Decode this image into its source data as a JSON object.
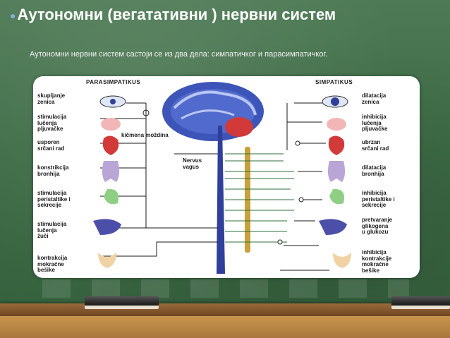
{
  "slide": {
    "title": "Аутономни (вегатативни ) нервни систем",
    "subtitle": "Аутономни нервни систем састоји се из два дела: симпатичког и парасимпатичког."
  },
  "diagram": {
    "header_left": "PARASIMPATIKUS",
    "header_right": "SIMPATIKUS",
    "center_labels": {
      "spinal": "kičmena moždina",
      "vagus": "Nervus\nvagus"
    },
    "left_labels": [
      "skupljanje\nzenica",
      "stimulacija\nlučenja\npljuvačke",
      "usporen\nsrčani rad",
      "konstrikcija\nbronhija",
      "stimulacija\nperistaltike i\nsekrecije",
      "stimulacija\nlučenja\nžuči",
      "kontrakcija\nmokraćne\nbešike"
    ],
    "right_labels": [
      "dilatacija\nzenica",
      "inhibicija\nlučenja\npljuvačke",
      "ubrzan\nsrčani rad",
      "dilatacija\nbronhija",
      "inhibicija\nperistaltike i\nsekrecije",
      "pretvaranje\nglikogena\nu glukozu",
      "inhibicija\nkontrakcije\nmokraćne\nbešike"
    ],
    "colors": {
      "nerve": "#2f3f9a",
      "ganglia": "#c9a13a",
      "brain": "#3d55b8",
      "organ_red": "#d23a3a"
    }
  }
}
